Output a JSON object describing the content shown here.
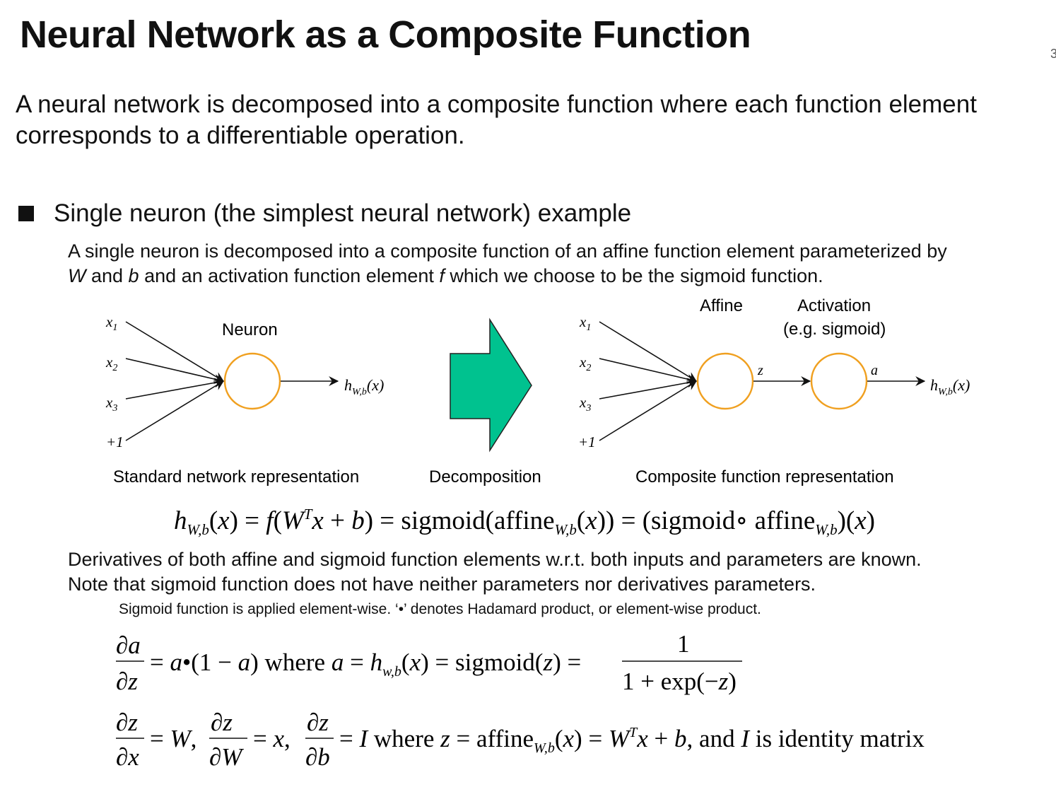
{
  "slide": {
    "title": "Neural Network as a Composite Function",
    "corner_mark": "3",
    "intro_line1": "A neural network is decomposed into a composite function where each function element",
    "intro_line2": "corresponds to a differentiable operation.",
    "bullet": "Single neuron (the simplest neural network) example",
    "desc_line1": "A single neuron is decomposed into a composite function of an affine function element parameterized by",
    "desc_line2_w": "W",
    "desc_line2_a": " and ",
    "desc_line2_b": "b",
    "desc_line2_c": " and an activation function element ",
    "desc_line2_f": "f",
    "desc_line2_d": " which we choose to be the sigmoid function."
  },
  "diagram": {
    "left": {
      "inputs": [
        "x1",
        "x2",
        "x3",
        "+1"
      ],
      "neuron_label": "Neuron",
      "output_label": "hW,b(x)",
      "caption": "Standard network representation"
    },
    "middle": {
      "caption": "Decomposition",
      "arrow_color": "#00c28f"
    },
    "right": {
      "inputs": [
        "x1",
        "x2",
        "x3",
        "+1"
      ],
      "affine_label": "Affine",
      "activation_label_1": "Activation",
      "activation_label_2": "(e.g. sigmoid)",
      "z_label": "z",
      "a_label": "a",
      "output_label": "hW,b(x)",
      "caption": "Composite function representation"
    },
    "neuron_color": "#f0a020"
  },
  "equations": {
    "main": "hW,b(x) = f(WTx + b) = sigmoid(affineW,b(x)) = (sigmoid∘affineW,b)(x)",
    "note_line1": "Derivatives of both affine and sigmoid function elements w.r.t. both inputs and parameters are known.",
    "note_line2": "Note that sigmoid function does not have neither parameters nor derivatives parameters.",
    "small_note": "Sigmoid function is applied element-wise. ‘•’ denotes Hadamard product, or element-wise product.",
    "eq1": "∂a/∂z = a•(1−a) where a = hW,b(x) = sigmoid(z) = 1/(1+exp(−z))",
    "eq2": "∂z/∂x = W, ∂z/∂W = x, ∂z/∂b = I where z = affineW,b(x) = WTx + b, and I is identity matrix"
  }
}
